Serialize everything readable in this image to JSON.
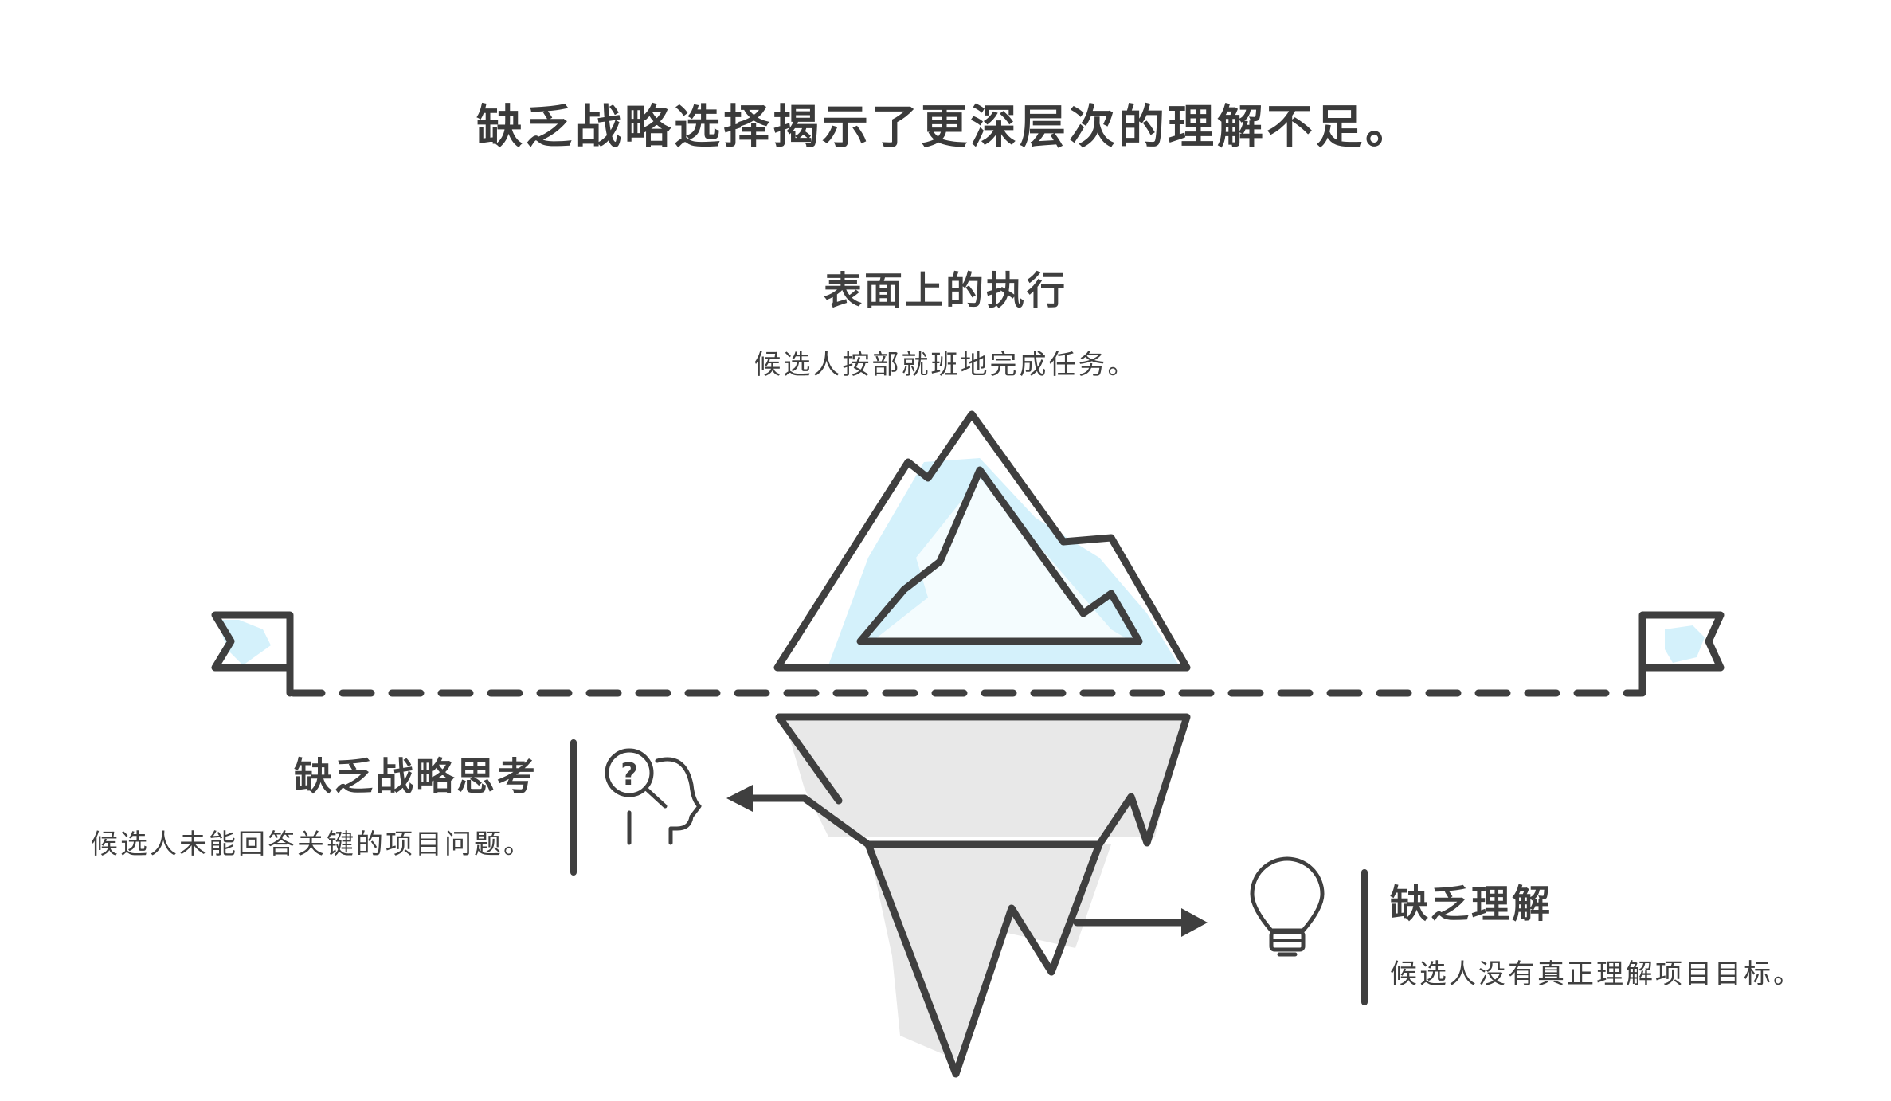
{
  "title": "缺乏战略选择揭示了更深层次的理解不足。",
  "surface": {
    "heading": "表面上的执行",
    "description": "候选人按部就班地完成任务。"
  },
  "left_item": {
    "heading": "缺乏战略思考",
    "description": "候选人未能回答关键的项目问题。",
    "icon": "head-question-icon"
  },
  "right_item": {
    "heading": "缺乏理解",
    "description": "候选人没有真正理解项目目标。",
    "icon": "lightbulb-icon"
  },
  "colors": {
    "ink": "#3f3f3f",
    "ice_blue": "#d4f1fb",
    "underwater_gray": "#e8e8e8"
  }
}
